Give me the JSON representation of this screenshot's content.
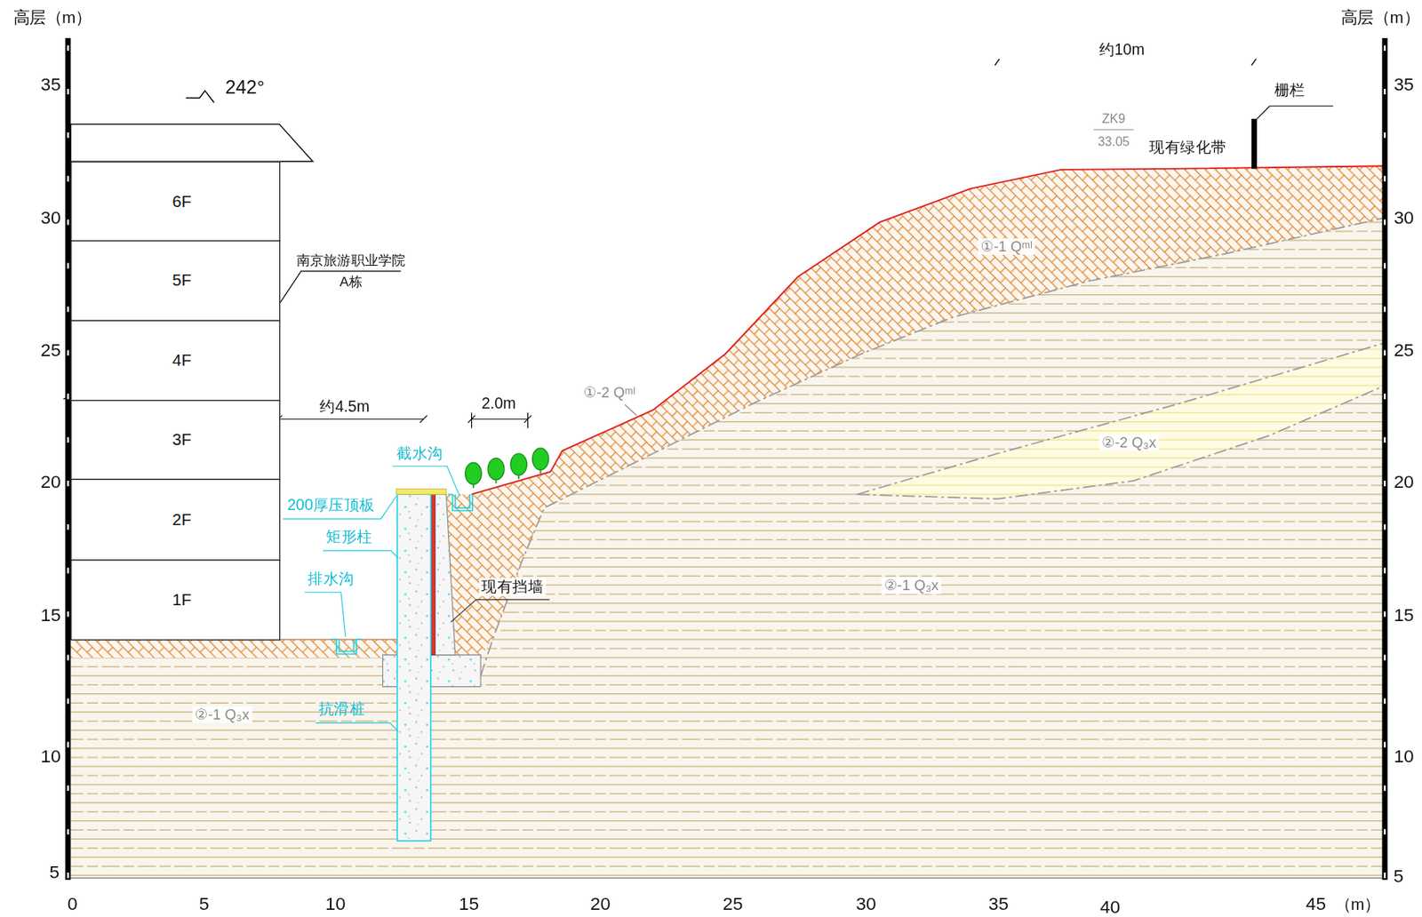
{
  "diagram": {
    "nodes": [
      {
        "text": [
          "6F"
        ]
      },
      {
        "text": [
          "5F"
        ]
      },
      {
        "text": [
          "4F"
        ]
      },
      {
        "text": [
          "3F"
        ]
      },
      {
        "text": [
          "2F"
        ]
      },
      {
        "text": [
          "1F"
        ]
      }
    ],
    "labels": [
      "高层（m）",
      "高层（m）",
      "35",
      "30",
      "25",
      "20",
      "15",
      "10",
      "5",
      "35",
      "30",
      "25",
      "20",
      "15",
      "10",
      "5",
      "0",
      "5",
      "10",
      "15",
      "20",
      "25",
      "30",
      "35",
      "40",
      "45",
      "（m）",
      "242°",
      "南京旅游职业学院 A栋",
      "约4.5m",
      "2.0m",
      "截水沟",
      "200厚压顶板",
      "矩形柱",
      "排水沟",
      "抗滑桩",
      "现有挡墙",
      "约10m",
      "栅栏",
      "ZK9",
      "33.05",
      "现有绿化带",
      "①-2 Qᵐˡ",
      "①-1 Qᵐˡ",
      "②-2 Q₃x",
      "②-1 Q₃x",
      "②-1 Q₃x"
    ]
  }
}
